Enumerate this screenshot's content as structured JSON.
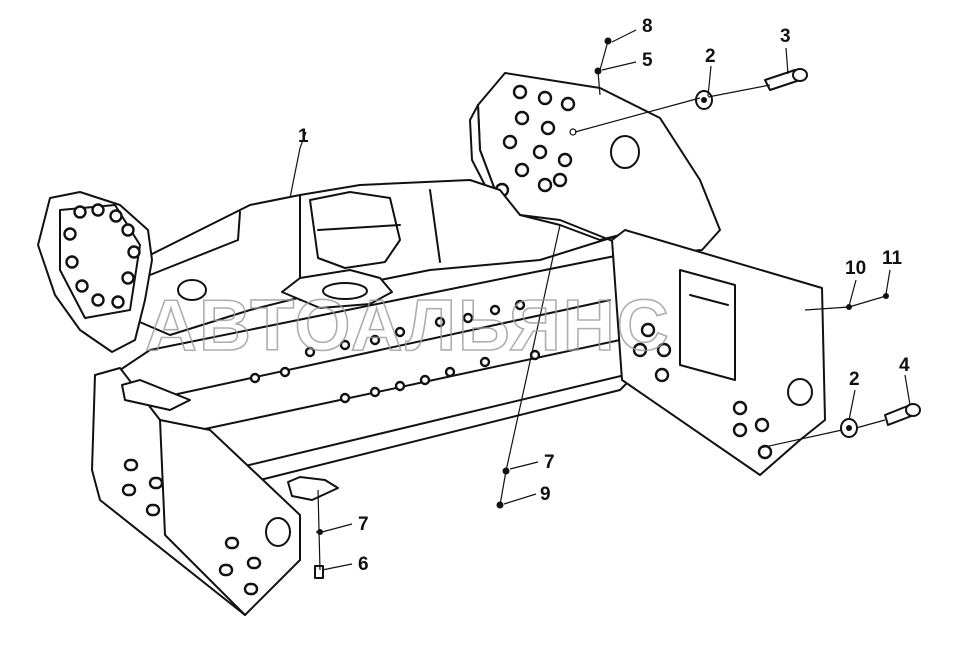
{
  "diagram": {
    "watermark": "АВТОАЛЬЯНС",
    "callouts": [
      {
        "id": "c1",
        "label": "1"
      },
      {
        "id": "c2a",
        "label": "2"
      },
      {
        "id": "c2b",
        "label": "2"
      },
      {
        "id": "c3",
        "label": "3"
      },
      {
        "id": "c4",
        "label": "4"
      },
      {
        "id": "c5",
        "label": "5"
      },
      {
        "id": "c6",
        "label": "6"
      },
      {
        "id": "c7a",
        "label": "7"
      },
      {
        "id": "c7b",
        "label": "7"
      },
      {
        "id": "c8",
        "label": "8"
      },
      {
        "id": "c9",
        "label": "9"
      },
      {
        "id": "c10",
        "label": "10"
      },
      {
        "id": "c11",
        "label": "11"
      }
    ]
  }
}
